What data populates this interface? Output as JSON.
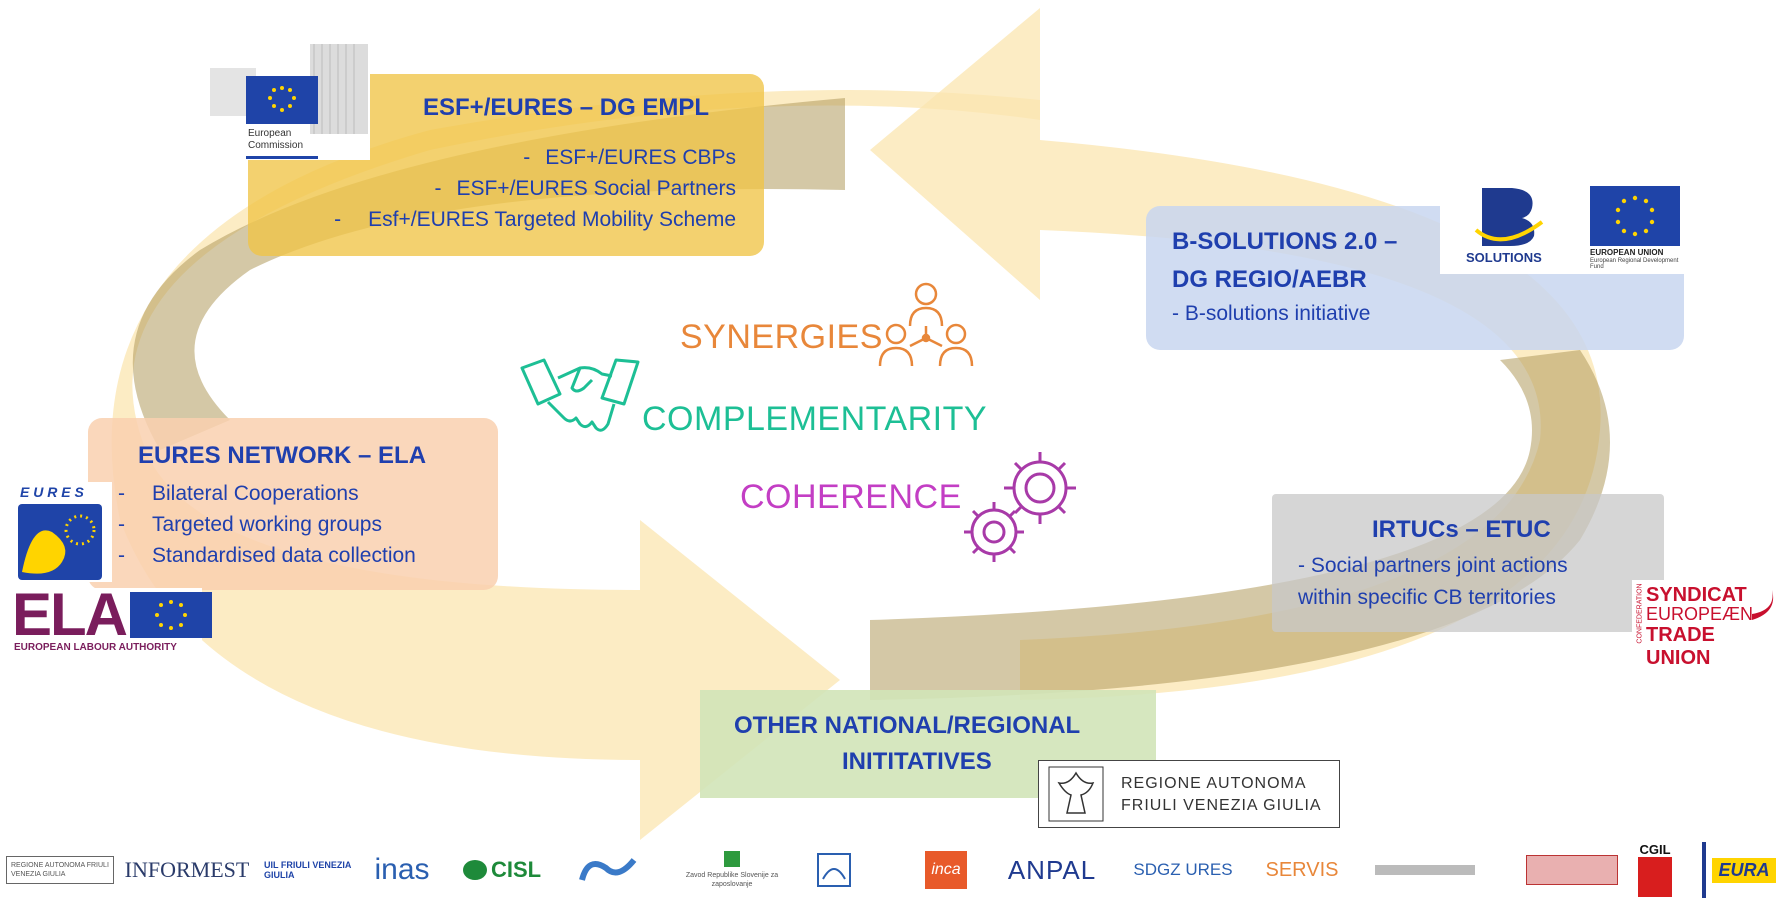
{
  "esf_box": {
    "title": "ESF+/EURES – DG EMPL",
    "items": [
      "ESF+/EURES CBPs",
      "ESF+/EURES Social Partners",
      "Esf+/EURES Targeted Mobility Scheme"
    ]
  },
  "eures_box": {
    "title": "EURES NETWORK – ELA",
    "items": [
      "Bilateral Cooperations",
      "Targeted working groups",
      "Standardised data collection"
    ]
  },
  "bsol_box": {
    "title_line1": "B-SOLUTIONS 2.0 –",
    "title_line2": "DG REGIO/AEBR",
    "item": "- B-solutions initiative"
  },
  "irtuc_box": {
    "title": "IRTUCs – ETUC",
    "line1": "- Social partners joint actions",
    "line2": "within specific CB territories"
  },
  "national_box": {
    "title_line1": "OTHER NATIONAL/REGIONAL",
    "title_line2": "INITITATIVES"
  },
  "center": {
    "synergies": "SYNERGIES",
    "complementarity": "COMPLEMENTARITY",
    "coherence": "COHERENCE"
  },
  "logos": {
    "ec_line1": "European",
    "ec_line2": "Commission",
    "eures_text": "E U R E S",
    "ela_text": "ELA",
    "ela_sub": "EUROPEAN LABOUR AUTHORITY",
    "bsol_text": "SOLUTIONS",
    "eu_text": "EUROPEAN UNION",
    "eu_sub": "European Regional Development Fund",
    "etuc_line1": "SYNDICAT",
    "etuc_line2": "EUROPEÆN",
    "etuc_line3": "TRADE UNION",
    "etuc_side": "CONFEDERATION",
    "fvg_line1": "REGIONE AUTONOMA",
    "fvg_line2": "FRIULI VENEZIA GIULIA"
  },
  "partners": {
    "regione_small": "REGIONE AUTONOMA FRIULI VENEZIA GIULIA",
    "informest": "INFORMEST",
    "uil": "UIL FRIULI VENEZIA GIULIA",
    "inas": "inas",
    "cisl": "CISL",
    "zavod": "Zavod Republike Slovenije za zaposlovanje",
    "inca": "inca",
    "anpal": "ANPAL",
    "sdgz": "SDGZ URES",
    "servis": "SERVIS",
    "cgil": "CGIL",
    "eura": "EURA"
  },
  "colors": {
    "title_blue": "#1f3fae",
    "arrow_gold": "#b09a5c",
    "arrow_yellow": "#fbe6b0",
    "synergies": "#e8873a",
    "complementarity": "#1dbf95",
    "coherence": "#c33ec4"
  }
}
